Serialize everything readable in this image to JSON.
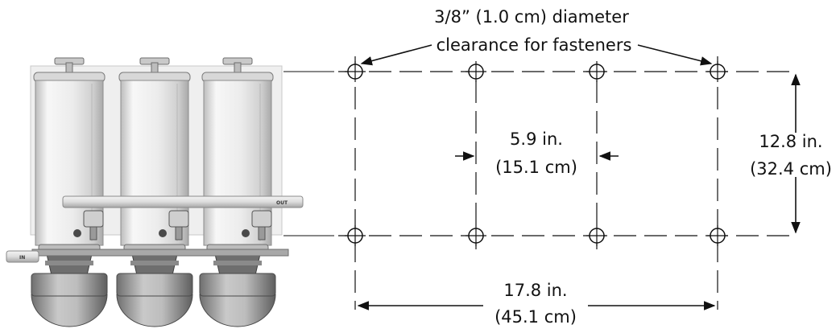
{
  "callout": {
    "line1": "3/8” (1.0 cm) diameter",
    "line2": "clearance for fasteners"
  },
  "dims": {
    "spacing_in": "5.9 in.",
    "spacing_cm": "(15.1 cm)",
    "height_in": "12.8 in.",
    "height_cm": "(32.4 cm)",
    "width_in": "17.8 in.",
    "width_cm": "(45.1 cm)"
  },
  "unit": {
    "out_label": "OUT",
    "in_label": "IN"
  },
  "colors": {
    "line": "#111111",
    "metal_light": "#f2f2f2",
    "metal_mid": "#d6d6d6",
    "metal_dark": "#8a8a8a"
  }
}
